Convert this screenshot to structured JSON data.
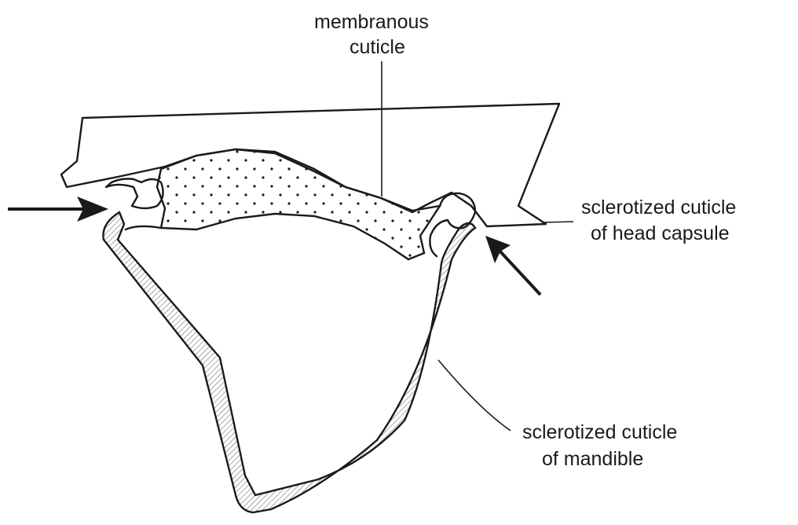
{
  "labels": {
    "membranous_line1": "membranous",
    "membranous_line2": "cuticle",
    "head_capsule_line1": "sclerotized cuticle",
    "head_capsule_line2": "of head capsule",
    "mandible_line1": "sclerotized cuticle",
    "mandible_line2": "of mandible"
  },
  "colors": {
    "line": "#1a1a1a",
    "background": "#ffffff",
    "stipple": "#1a1a1a",
    "hatch": "#444444"
  }
}
